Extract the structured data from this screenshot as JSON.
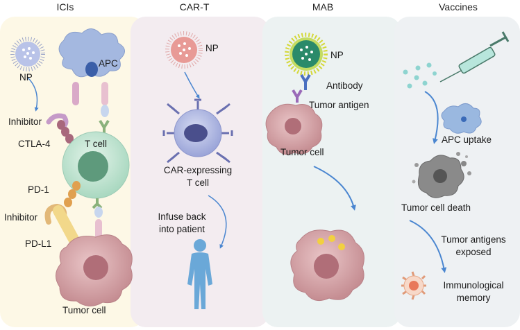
{
  "headers": {
    "icis": "ICIs",
    "cart": "CAR-T",
    "mab": "MAB",
    "vaccines": "Vaccines"
  },
  "icis": {
    "np": "NP",
    "apc": "APC",
    "inhibitor1": "Inhibitor",
    "ctla4": "CTLA-4",
    "tcell": "T cell",
    "pd1": "PD-1",
    "inhibitor2": "Inhibitor",
    "pdl1": "PD-L1",
    "tumor_cell": "Tumor cell"
  },
  "cart": {
    "np": "NP",
    "car_line1": "CAR-expressing",
    "car_line2": "T cell",
    "infuse_line1": "Infuse back",
    "infuse_line2": "into patient"
  },
  "mab": {
    "np": "NP",
    "antibody": "Antibody",
    "tumor_antigen": "Tumor antigen",
    "tumor_cell": "Tumor cell"
  },
  "vaccines": {
    "apc_uptake": "APC uptake",
    "tumor_cell_death": "Tumor cell death",
    "exposed_line1": "Tumor antigens",
    "exposed_line2": "exposed",
    "memory_line1": "Immunological",
    "memory_line2": "memory"
  },
  "colors": {
    "icis_bg": "#fdf8e6",
    "cart_bg": "#f3ecf0",
    "mab_bg": "#ecf2f2",
    "vac_bg": "#eef1f3",
    "arrow": "#4a86d0",
    "apc": "#9ab0d8",
    "tcell": "#bfe2d0",
    "tumor": "#d4a2a6"
  }
}
